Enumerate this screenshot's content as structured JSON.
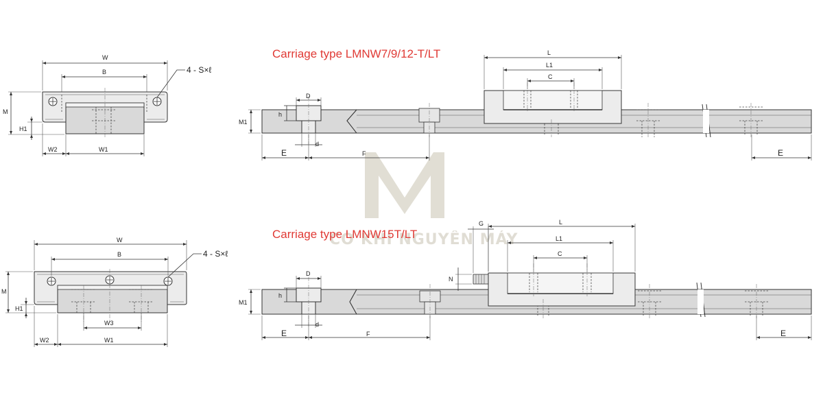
{
  "titles": {
    "top": "Carriage type LMNW7/9/12-T/LT",
    "bottom": "Carriage type LMNW15T/LT"
  },
  "labels": {
    "W": "W",
    "B": "B",
    "M": "M",
    "H1": "H1",
    "W1": "W1",
    "W2": "W2",
    "W3": "W3",
    "screw": "4 - S×ℓ",
    "L": "L",
    "L1": "L1",
    "C": "C",
    "D": "D",
    "h": "h",
    "d": "d",
    "M1": "M1",
    "E": "E",
    "F": "F",
    "G": "G",
    "N": "N"
  },
  "watermark": {
    "text": "CƠ KHÍ NGUYÊN MÁY",
    "color": "#c9c2b0"
  },
  "colors": {
    "title": "#e03a35",
    "line": "#333333",
    "fill": "#ececec"
  }
}
